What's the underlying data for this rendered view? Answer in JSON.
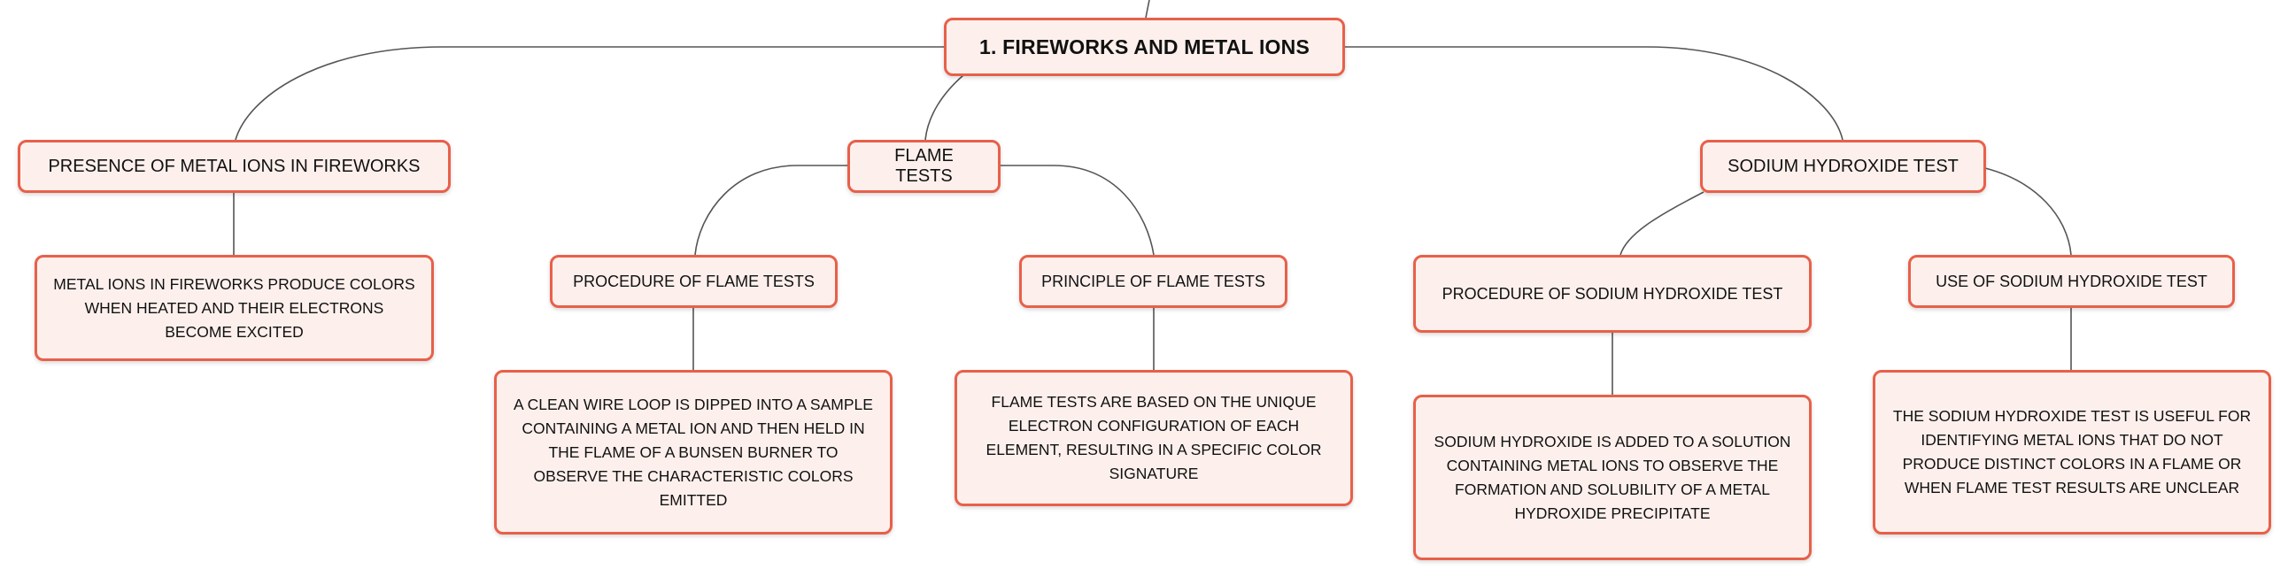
{
  "map": {
    "root": "1. FIREWORKS AND METAL IONS",
    "branches": {
      "presence": {
        "title": "PRESENCE OF METAL IONS IN FIREWORKS",
        "detail": "METAL IONS IN FIREWORKS PRODUCE COLORS WHEN HEATED AND THEIR ELECTRONS BECOME EXCITED"
      },
      "flame": {
        "title": "FLAME TESTS",
        "procedure": {
          "title": "PROCEDURE OF FLAME TESTS",
          "detail": "A CLEAN WIRE LOOP IS DIPPED INTO A SAMPLE CONTAINING A METAL ION AND THEN HELD IN THE FLAME OF A BUNSEN BURNER TO OBSERVE THE CHARACTERISTIC COLORS EMITTED"
        },
        "principle": {
          "title": "PRINCIPLE OF FLAME TESTS",
          "detail": "FLAME TESTS ARE BASED ON THE UNIQUE ELECTRON CONFIGURATION OF EACH ELEMENT, RESULTING IN A SPECIFIC COLOR SIGNATURE"
        }
      },
      "naoh": {
        "title": "SODIUM HYDROXIDE TEST",
        "procedure": {
          "title": "PROCEDURE OF SODIUM HYDROXIDE TEST",
          "detail": "SODIUM HYDROXIDE IS ADDED TO A SOLUTION CONTAINING METAL IONS TO OBSERVE THE FORMATION AND SOLUBILITY OF A METAL HYDROXIDE PRECIPITATE"
        },
        "use": {
          "title": "USE OF SODIUM HYDROXIDE TEST",
          "detail": "THE SODIUM HYDROXIDE TEST IS USEFUL FOR IDENTIFYING METAL IONS THAT DO NOT PRODUCE DISTINCT COLORS IN A FLAME OR WHEN FLAME TEST RESULTS ARE UNCLEAR"
        }
      }
    }
  },
  "colors": {
    "node_border": "#e8604a",
    "node_fill": "#fdf0ec",
    "connector": "#555555",
    "text": "#111111"
  }
}
